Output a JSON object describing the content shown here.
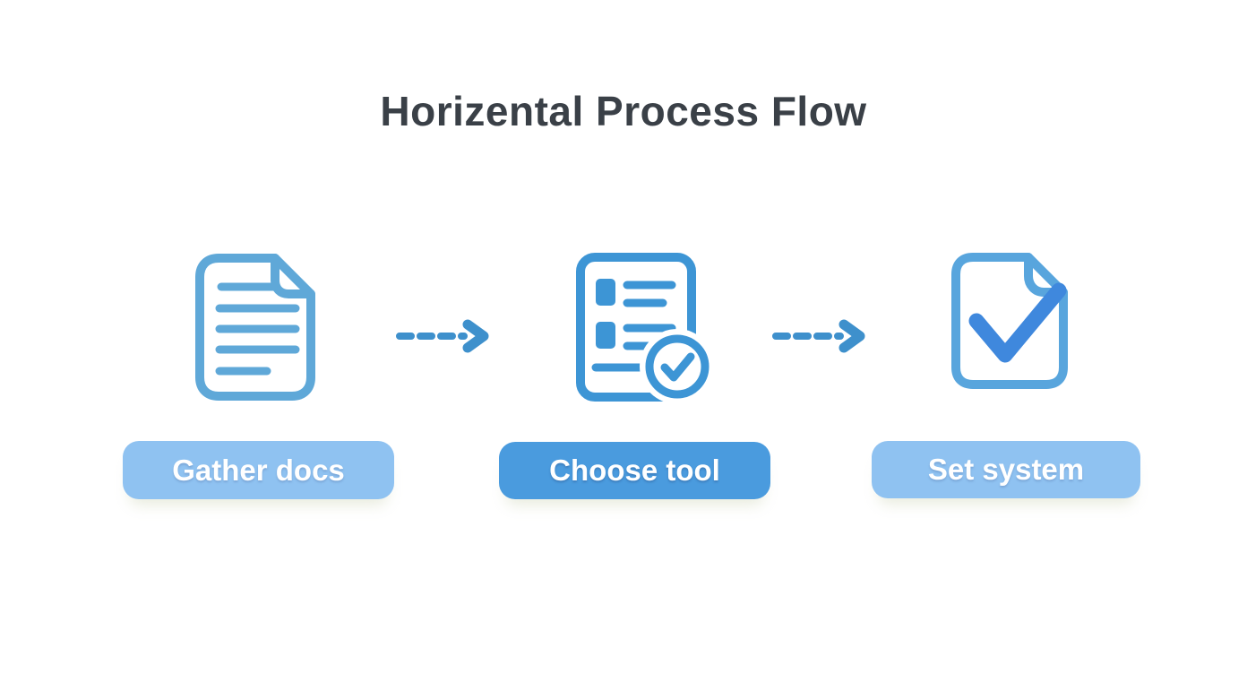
{
  "page": {
    "title": "Horizental Process Flow"
  },
  "colors": {
    "title_text": "#3a4047",
    "icon_light_blue": "#5fa8d8",
    "icon_medium_blue": "#3d95d5",
    "icon_doc3_outline": "#58a5dd",
    "check_blue": "#3f88dd",
    "arrow_blue": "#3e90cc",
    "pill_light_bg": "#8fc2f1",
    "pill_dark_bg": "#4a9bde",
    "pill_text": "#ffffff",
    "page_bg": "#ffffff"
  },
  "steps": [
    {
      "label": "Gather docs",
      "icon": "document-lines-icon",
      "emphasis": "light"
    },
    {
      "label": "Choose tool",
      "icon": "checklist-check-icon",
      "emphasis": "dark"
    },
    {
      "label": "Set system",
      "icon": "document-check-icon",
      "emphasis": "light"
    }
  ],
  "connectors": [
    {
      "type": "dashed-arrow",
      "direction": "right"
    },
    {
      "type": "dashed-arrow",
      "direction": "right"
    }
  ]
}
